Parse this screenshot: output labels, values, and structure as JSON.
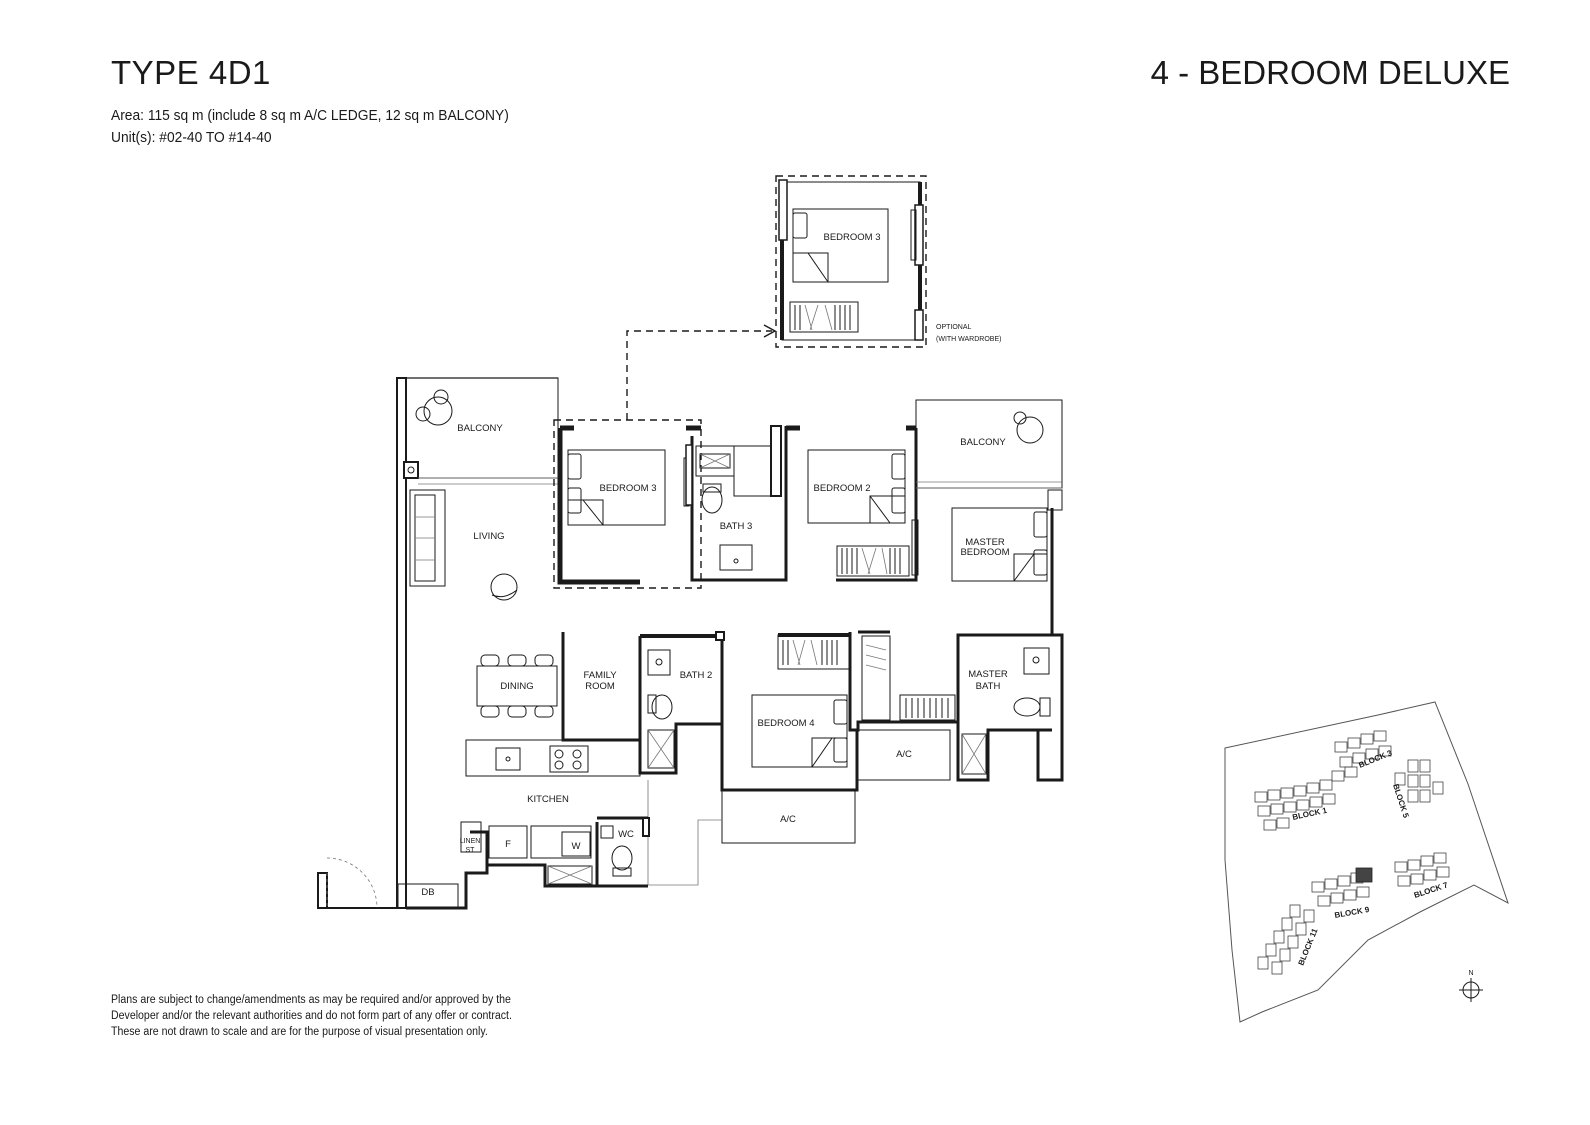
{
  "header": {
    "unit_type": "TYPE 4D1",
    "unit_category": "4 - BEDROOM DELUXE",
    "area": "Area: 115 sq m (include 8 sq m A/C LEDGE, 12 sq m BALCONY)",
    "units": "Unit(s): #02-40 TO #14-40"
  },
  "rooms": {
    "balcony_left": "BALCONY",
    "balcony_right": "BALCONY",
    "bedroom3": "BEDROOM 3",
    "bedroom3_optional": "BEDROOM 3",
    "bath3": "BATH 3",
    "bedroom2": "BEDROOM 2",
    "master_bedroom_line1": "MASTER",
    "master_bedroom_line2": "BEDROOM",
    "living": "LIVING",
    "dining": "DINING",
    "family_room_line1": "FAMILY",
    "family_room_line2": "ROOM",
    "bath2": "BATH 2",
    "bedroom4": "BEDROOM 4",
    "master_bath_line1": "MASTER",
    "master_bath_line2": "BATH",
    "ac_upper": "A/C",
    "ac_lower": "A/C",
    "kitchen": "KITCHEN",
    "wc": "WC",
    "fridge": "F",
    "washer": "W",
    "linen_line1": "LINEN",
    "linen_line2": "ST",
    "db": "DB"
  },
  "optional_note": {
    "line1": "OPTIONAL",
    "line2": "(WITH WARDROBE)"
  },
  "site_plan": {
    "blocks": [
      "BLOCK 1",
      "BLOCK 3",
      "BLOCK 5",
      "BLOCK 7",
      "BLOCK 9",
      "BLOCK 11"
    ],
    "north": "N"
  },
  "disclaimer": [
    "Plans are subject to change/amendments as may be required and/or approved by the",
    "Developer and/or the relevant authorities and do not form part of any offer or contract.",
    "These are not drawn to scale and are for the purpose of visual presentation only."
  ]
}
